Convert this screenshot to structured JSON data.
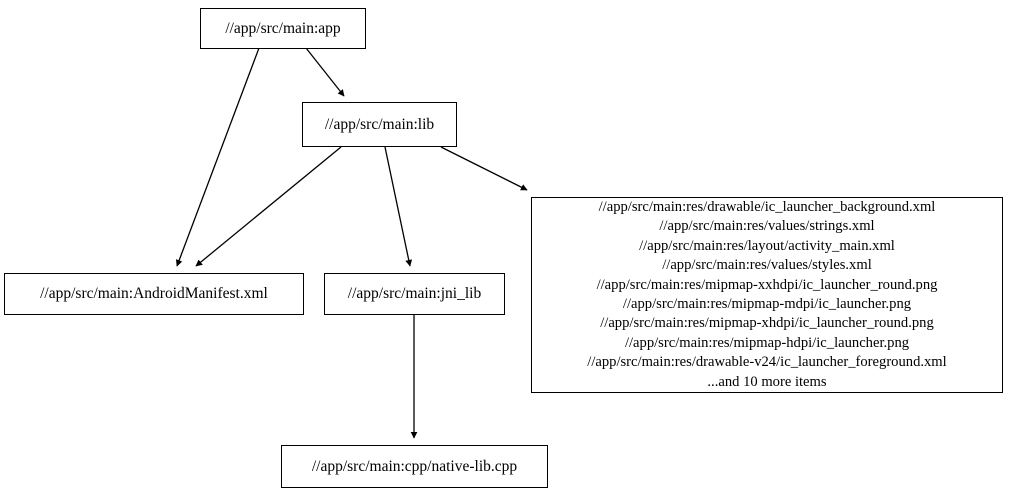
{
  "graph": {
    "background_color": "#ffffff",
    "line_color": "#000000",
    "text_color": "#000000",
    "nodes": [
      {
        "id": "app",
        "label": "//app/src/main:app"
      },
      {
        "id": "lib",
        "label": "//app/src/main:lib"
      },
      {
        "id": "manifest",
        "label": "//app/src/main:AndroidManifest.xml"
      },
      {
        "id": "jni_lib",
        "label": "//app/src/main:jni_lib"
      },
      {
        "id": "native_lib",
        "label": "//app/src/main:cpp/native-lib.cpp"
      }
    ],
    "resource_node": {
      "id": "resources",
      "lines": [
        "//app/src/main:res/drawable/ic_launcher_background.xml",
        "//app/src/main:res/values/strings.xml",
        "//app/src/main:res/layout/activity_main.xml",
        "//app/src/main:res/values/styles.xml",
        "//app/src/main:res/mipmap-xxhdpi/ic_launcher_round.png",
        "//app/src/main:res/mipmap-mdpi/ic_launcher.png",
        "//app/src/main:res/mipmap-xhdpi/ic_launcher_round.png",
        "//app/src/main:res/mipmap-hdpi/ic_launcher.png",
        "//app/src/main:res/drawable-v24/ic_launcher_foreground.xml",
        "...and 10 more items"
      ]
    },
    "edges": [
      {
        "from": "app",
        "to": "lib"
      },
      {
        "from": "app",
        "to": "manifest"
      },
      {
        "from": "lib",
        "to": "manifest"
      },
      {
        "from": "lib",
        "to": "jni_lib"
      },
      {
        "from": "lib",
        "to": "resources"
      },
      {
        "from": "jni_lib",
        "to": "native_lib"
      }
    ]
  }
}
